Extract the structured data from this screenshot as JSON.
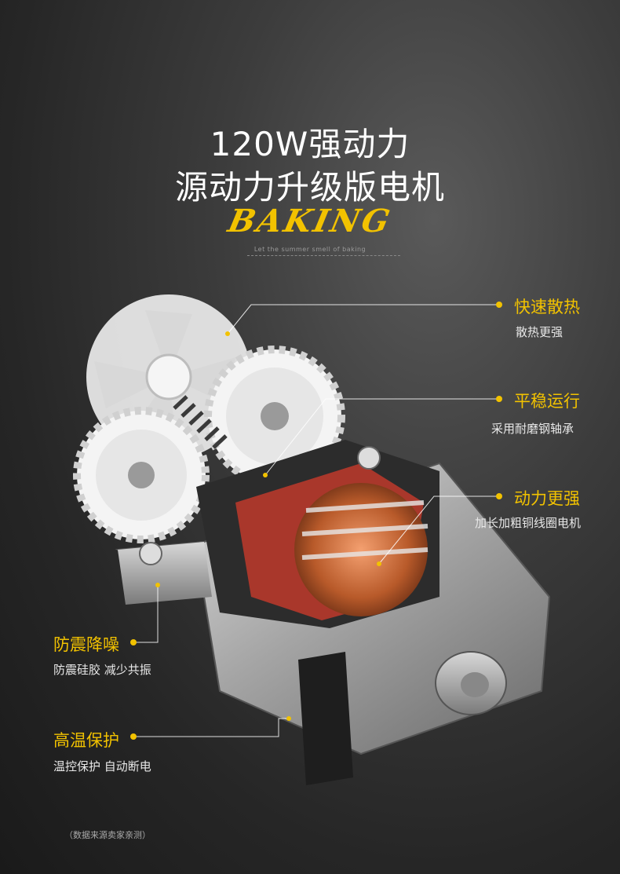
{
  "header": {
    "title_line1": "120W强动力",
    "title_line2": "源动力升级版电机",
    "brand": "BAKING",
    "tagline": "Let the summer smell of baking"
  },
  "features": [
    {
      "title": "快速散热",
      "subtitle": "散热更强"
    },
    {
      "title": "平稳运行",
      "subtitle": "采用耐磨钢轴承"
    },
    {
      "title": "动力更强",
      "subtitle": "加长加粗铜线圈电机"
    },
    {
      "title": "防震降噪",
      "subtitle": "防震硅胶 减少共振"
    },
    {
      "title": "高温保护",
      "subtitle": "温控保护 自动断电"
    }
  ],
  "footnote": "（数据来源卖家亲测）",
  "colors": {
    "accent": "#f2c200",
    "background": "#2a2a2a",
    "text": "#ffffff"
  },
  "image": {
    "subject": "motor-cutaway"
  }
}
